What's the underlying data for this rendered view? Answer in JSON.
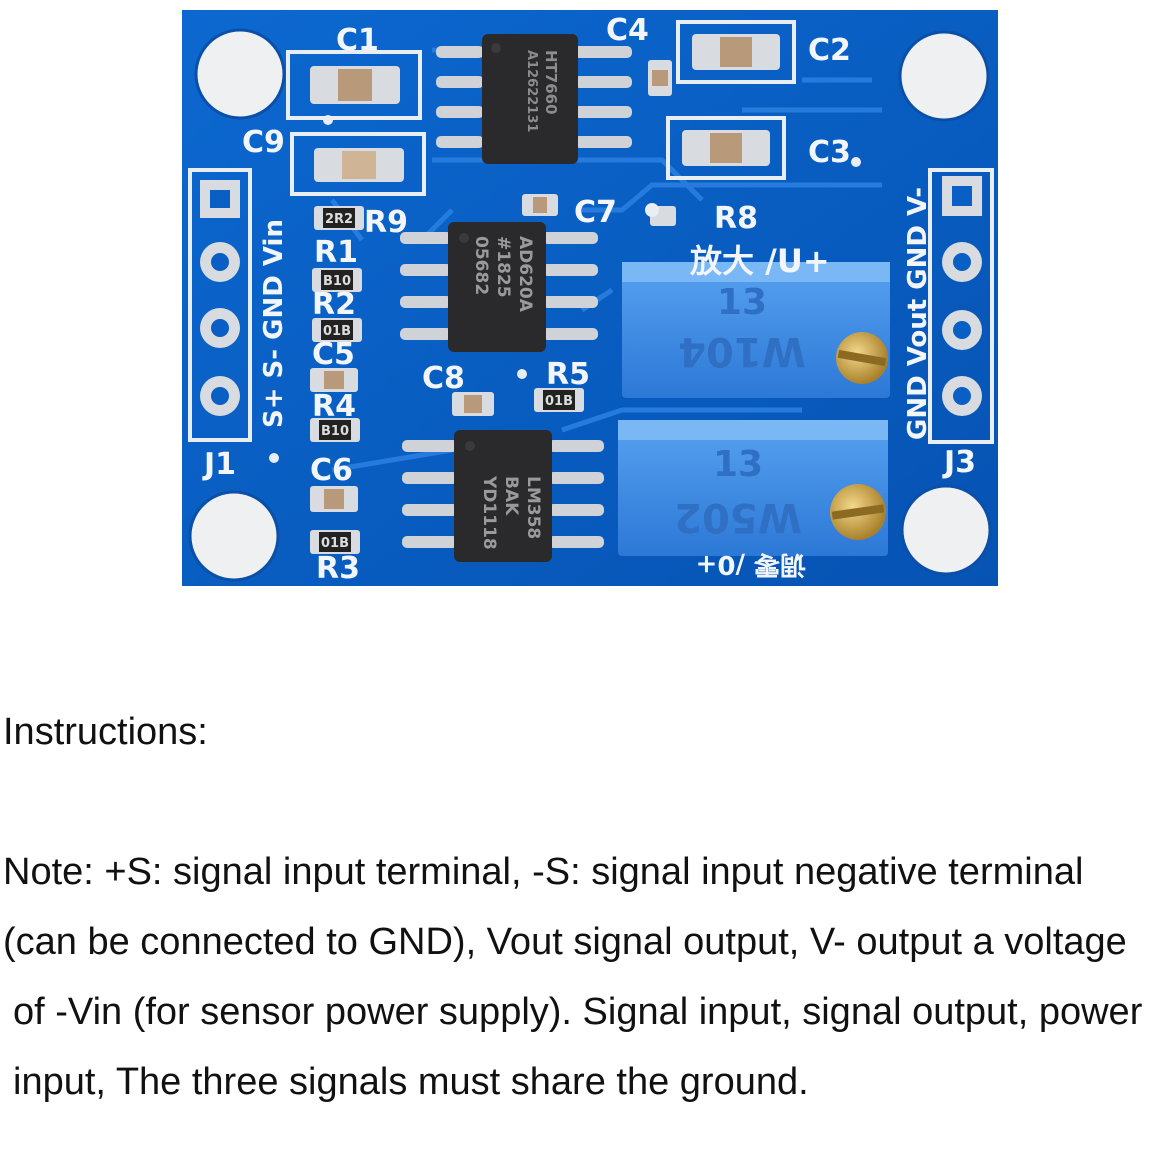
{
  "board": {
    "silkscreen": {
      "c1": "C1",
      "c2": "C2",
      "c3": "C3",
      "c4": "C4",
      "c5": "C5",
      "c6": "C6",
      "c7": "C7",
      "c8": "C8",
      "c9": "C9",
      "r1": "R1",
      "r2": "R2",
      "r3": "R3",
      "r4": "R4",
      "r5": "R5",
      "r8": "R8",
      "r9": "R9",
      "j1": "J1",
      "j3": "J3",
      "left_header": "S+ S- GND Vin",
      "right_header": "GND Vout GND V-",
      "gain_label": "放大 /U+",
      "zero_label": "调零 /0+"
    },
    "chips": {
      "u1": [
        "HT7660",
        "A12622131"
      ],
      "u2": [
        "AD620A",
        "#1825",
        "05682"
      ],
      "u3": [
        "LM358",
        "BAK",
        "YD1118"
      ]
    },
    "resistor_codes": {
      "r9": "2R2",
      "r1": "B10",
      "r2": "01B",
      "r5": "01B",
      "r4": "B10",
      "r3": "01B"
    },
    "potentiometers": [
      {
        "code": "13",
        "marking": "W104"
      },
      {
        "code": "13",
        "marking": "W502"
      }
    ],
    "colors": {
      "pcb": "#0a5fc4",
      "pad_silver": "#d9dde2",
      "pot_blue": "#3f8ee6",
      "brass": "#c8a24a"
    }
  },
  "text": {
    "heading": "Instructions:",
    "note_lines": [
      "Note: +S: signal input terminal, -S: signal input negative terminal",
      "(can be connected to GND), Vout signal output, V- output a voltage",
      "of -Vin (for sensor power supply). Signal input, signal output, power",
      "input, The three signals must share the ground."
    ]
  }
}
